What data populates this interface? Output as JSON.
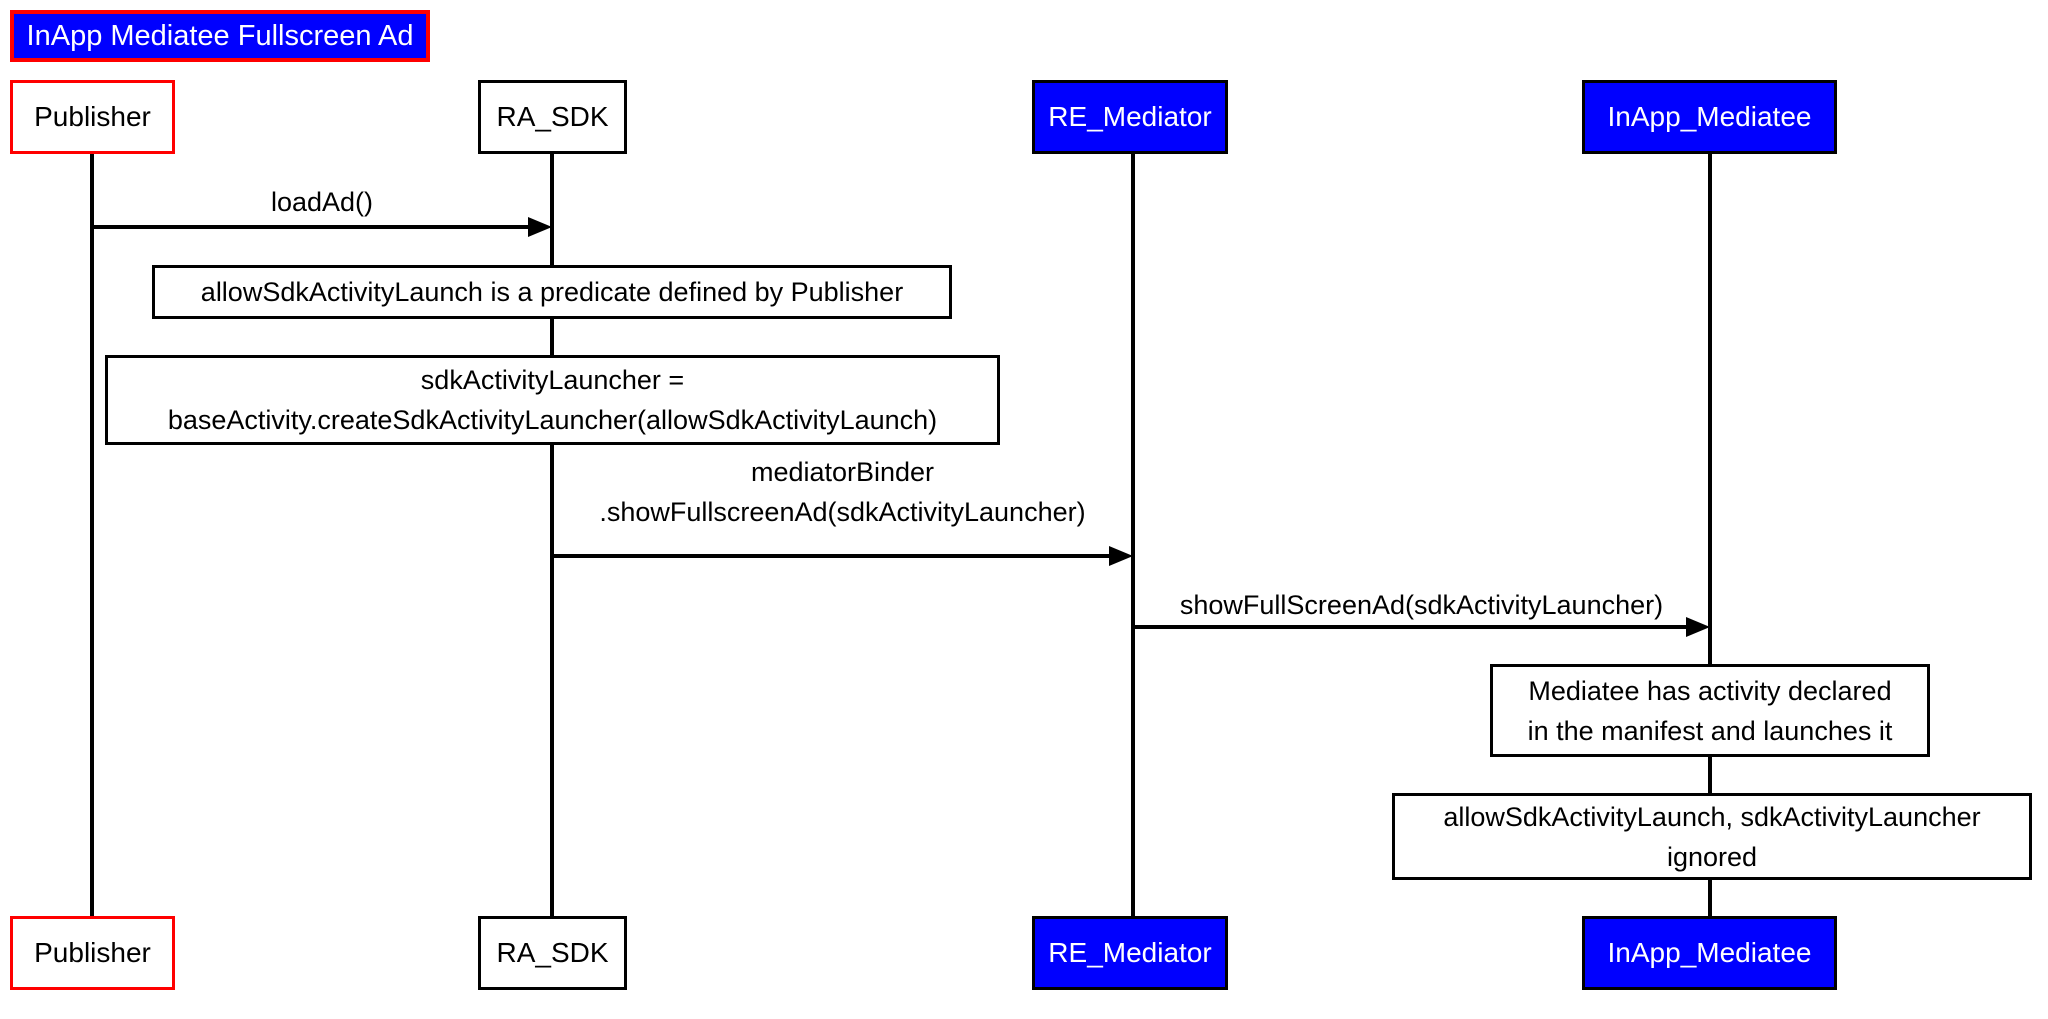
{
  "diagram": {
    "title": "InApp Mediatee Fullscreen Ad",
    "type": "sequence-diagram"
  },
  "colors": {
    "actor_blue": "#0000ff",
    "highlight_red": "#ff0000",
    "line_black": "#000000",
    "background": "#ffffff"
  },
  "participants": [
    {
      "label": "Publisher",
      "style": "red-border-white"
    },
    {
      "label": "RA_SDK",
      "style": "black-border-white"
    },
    {
      "label": "RE_Mediator",
      "style": "blue-fill-white-text"
    },
    {
      "label": "InApp_Mediatee",
      "style": "blue-fill-white-text"
    }
  ],
  "messages": [
    {
      "from": "Publisher",
      "to": "RA_SDK",
      "lines": [
        "loadAd()"
      ]
    },
    {
      "from": "RA_SDK",
      "to": "RE_Mediator",
      "lines": [
        "mediatorBinder",
        ".showFullscreenAd(sdkActivityLauncher)"
      ]
    },
    {
      "from": "RE_Mediator",
      "to": "InApp_Mediatee",
      "lines": [
        "showFullScreenAd(sdkActivityLauncher)"
      ]
    }
  ],
  "notes": [
    {
      "over": "RA_SDK",
      "lines": [
        "allowSdkActivityLaunch is a predicate defined by Publisher"
      ]
    },
    {
      "over": "RA_SDK",
      "lines": [
        "sdkActivityLauncher =",
        "baseActivity.createSdkActivityLauncher(allowSdkActivityLaunch)"
      ]
    },
    {
      "over": "InApp_Mediatee",
      "lines": [
        "Mediatee has activity declared",
        "in the manifest and launches it"
      ]
    },
    {
      "over": "InApp_Mediatee",
      "lines": [
        "allowSdkActivityLaunch, sdkActivityLauncher",
        "ignored"
      ]
    }
  ]
}
